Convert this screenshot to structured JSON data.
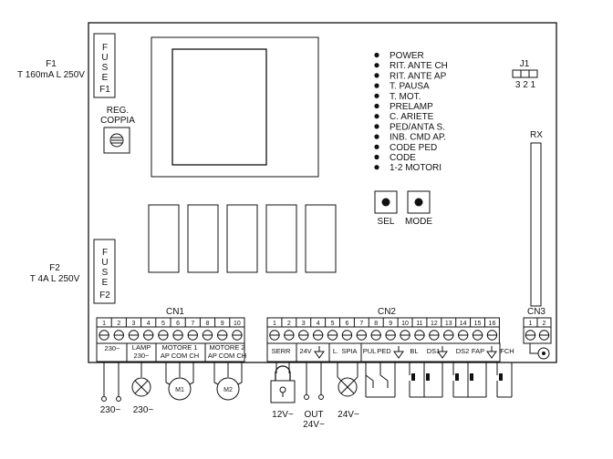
{
  "fuses": {
    "f1": {
      "name": "F1",
      "rating": "T 160mA L 250V",
      "letters": [
        "F",
        "U",
        "S",
        "E"
      ],
      "tag": "F1"
    },
    "f2": {
      "name": "F2",
      "rating": "T 4A L 250V",
      "letters": [
        "F",
        "U",
        "S",
        "E"
      ],
      "tag": "F2"
    }
  },
  "reg_coppia": {
    "line1": "REG.",
    "line2": "COPPIA"
  },
  "leds": [
    "POWER",
    "RIT. ANTE CH",
    "RIT. ANTE AP",
    "T. PAUSA",
    "T. MOT.",
    "PRELAMP",
    "C. ARIETE",
    "PED/ANTA S.",
    "INB. CMD AP.",
    "CODE PED",
    "CODE",
    "1-2 MOTORI"
  ],
  "jumper": {
    "name": "J1",
    "pins": "3 2 1"
  },
  "rx_label": "RX",
  "buttons": {
    "sel": "SEL",
    "mode": "MODE"
  },
  "connectors": {
    "cn1": {
      "name": "CN1",
      "pins": [
        "1",
        "2",
        "3",
        "4",
        "5",
        "6",
        "7",
        "8",
        "9",
        "10"
      ],
      "groups": {
        "mains": "230~",
        "lamp_top": "LAMP",
        "lamp_bot": "230~",
        "m1_top": "MOTORE 1",
        "m1_bot": "AP COM CH",
        "m2_top": "MOTORE 2",
        "m2_bot": "AP COM CH"
      }
    },
    "cn2": {
      "name": "CN2",
      "pins": [
        "1",
        "2",
        "3",
        "4",
        "5",
        "6",
        "7",
        "8",
        "9",
        "10",
        "11",
        "12",
        "13",
        "14",
        "15",
        "16"
      ],
      "groups": {
        "serr": "SERR",
        "v24": "24V",
        "l": "L.",
        "spia": "SPIA",
        "pul": "PUL",
        "ped": "PED",
        "bl": "BL",
        "ds1": "DS1",
        "ds2": "DS2",
        "fap": "FAP",
        "fch": "FCH"
      }
    },
    "cn3": {
      "name": "CN3",
      "pins": [
        "1",
        "2"
      ]
    }
  },
  "bottom": {
    "mains": "230~",
    "lamp": "230~",
    "m1": "M1",
    "m2": "M2",
    "lock": "12V~",
    "out_1": "OUT",
    "out_2": "24V~",
    "spia": "24V~"
  }
}
